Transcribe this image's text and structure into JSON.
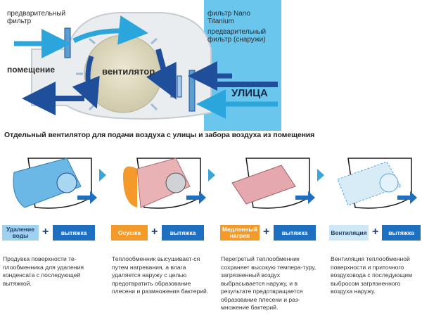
{
  "diagram": {
    "prefilter_label": "предварительный фильтр",
    "nano_filter_label": "фильтр Nano Titanium",
    "outer_prefilter_label": "предварительный фильтр (снаружи)",
    "room_label": "помещение",
    "fan_label": "вентилятор",
    "street_label": "УЛИЦА",
    "caption": "Отдельный вентилятор для подачи воздуха с улицы и забора воздуха из помещения",
    "colors": {
      "street_bg": "#6bc6ee",
      "room_bg": "#eef2f5",
      "arrow_dark": "#1f4e9b",
      "arrow_light": "#2aa6dd",
      "fan": "#d8d3b8"
    }
  },
  "stages": [
    {
      "mode_label": "Удаление воды",
      "mode_color": "#9fd2ee",
      "mode_text_color": "#1f3c6e",
      "plus": "+",
      "exhaust_label": "вытяжка",
      "description": "Продувка поверхности те-плообменника для удаления конденсата с последующей вытяжкой.",
      "icon": "unit-water-removal-icon"
    },
    {
      "mode_label": "Осушка",
      "mode_color": "#f39a2a",
      "mode_text_color": "#ffffff",
      "plus": "+",
      "exhaust_label": "вытяжка",
      "description": "Теплообменник высушивает-ся путем нагревания, а влага удаляется наружу с целью предотвратить образование плесени и размножения бактерий.",
      "icon": "unit-drying-icon"
    },
    {
      "mode_label": "Медленный нагрев",
      "mode_color": "#f39a2a",
      "mode_text_color": "#ffffff",
      "plus": "+",
      "exhaust_label": "вытяжка",
      "description": "Перегретый теплообменник сохраняет высокую темпера-туру, загрязненный воздух выбрасывается наружу, и в результате предотвращается образование плесени и раз-множение бактерий.",
      "icon": "unit-slow-heating-icon"
    },
    {
      "mode_label": "Вентиляция",
      "mode_color": "#cfe8f6",
      "mode_text_color": "#1f3c6e",
      "plus": "+",
      "exhaust_label": "вытяжка",
      "description": "Вентиляция теплообменной поверхности и приточного воздуховода с последующим выбросом загрязненного воздуха наружу.",
      "icon": "unit-ventilation-icon"
    }
  ],
  "exhaust_color": "#1f6fc0"
}
